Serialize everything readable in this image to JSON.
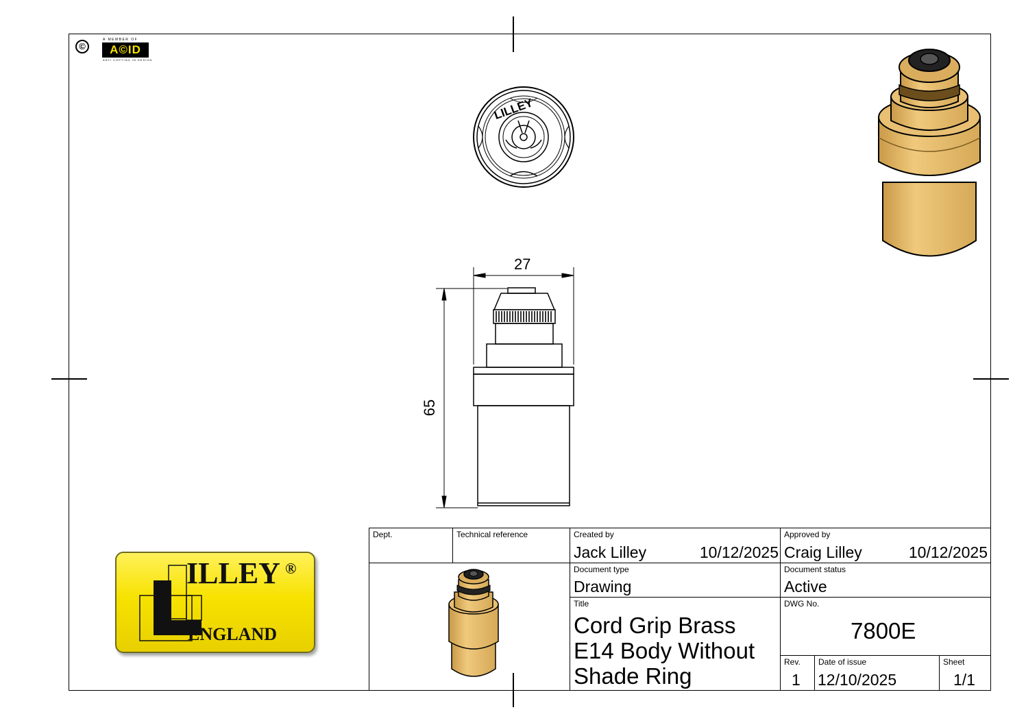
{
  "header": {
    "copyright_symbol": "©",
    "acid_member_text": "A MEMBER OF",
    "acid_logo_text": "A©ID",
    "acid_tagline": "ANTI COPYING IN DESIGN"
  },
  "dimensions": {
    "width": "27",
    "height": "65"
  },
  "logo": {
    "brand": "ILLEY",
    "registered": "®",
    "subtitle": "ENGLAND"
  },
  "title_block": {
    "dept_label": "Dept.",
    "dept_value": "",
    "tech_ref_label": "Technical reference",
    "tech_ref_value": "",
    "created_by_label": "Created by",
    "created_by_name": "Jack Lilley",
    "created_by_date": "10/12/2025",
    "approved_by_label": "Approved by",
    "approved_by_name": "Craig Lilley",
    "approved_by_date": "10/12/2025",
    "document_type_label": "Document type",
    "document_type_value": "Drawing",
    "document_status_label": "Document status",
    "document_status_value": "Active",
    "title_label": "Title",
    "title_line1": "Cord Grip Brass",
    "title_line2": "E14 Body Without",
    "title_line3": "Shade Ring",
    "dwg_no_label": "DWG No.",
    "dwg_no_value": "7800E",
    "rev_label": "Rev.",
    "rev_value": "1",
    "date_of_issue_label": "Date of issue",
    "date_of_issue_value": "12/10/2025",
    "sheet_label": "Sheet",
    "sheet_value": "1/1"
  },
  "colors": {
    "brass": "#e2b86a",
    "brass_dark": "#a8802f",
    "logo_yellow": "#f7e200"
  }
}
